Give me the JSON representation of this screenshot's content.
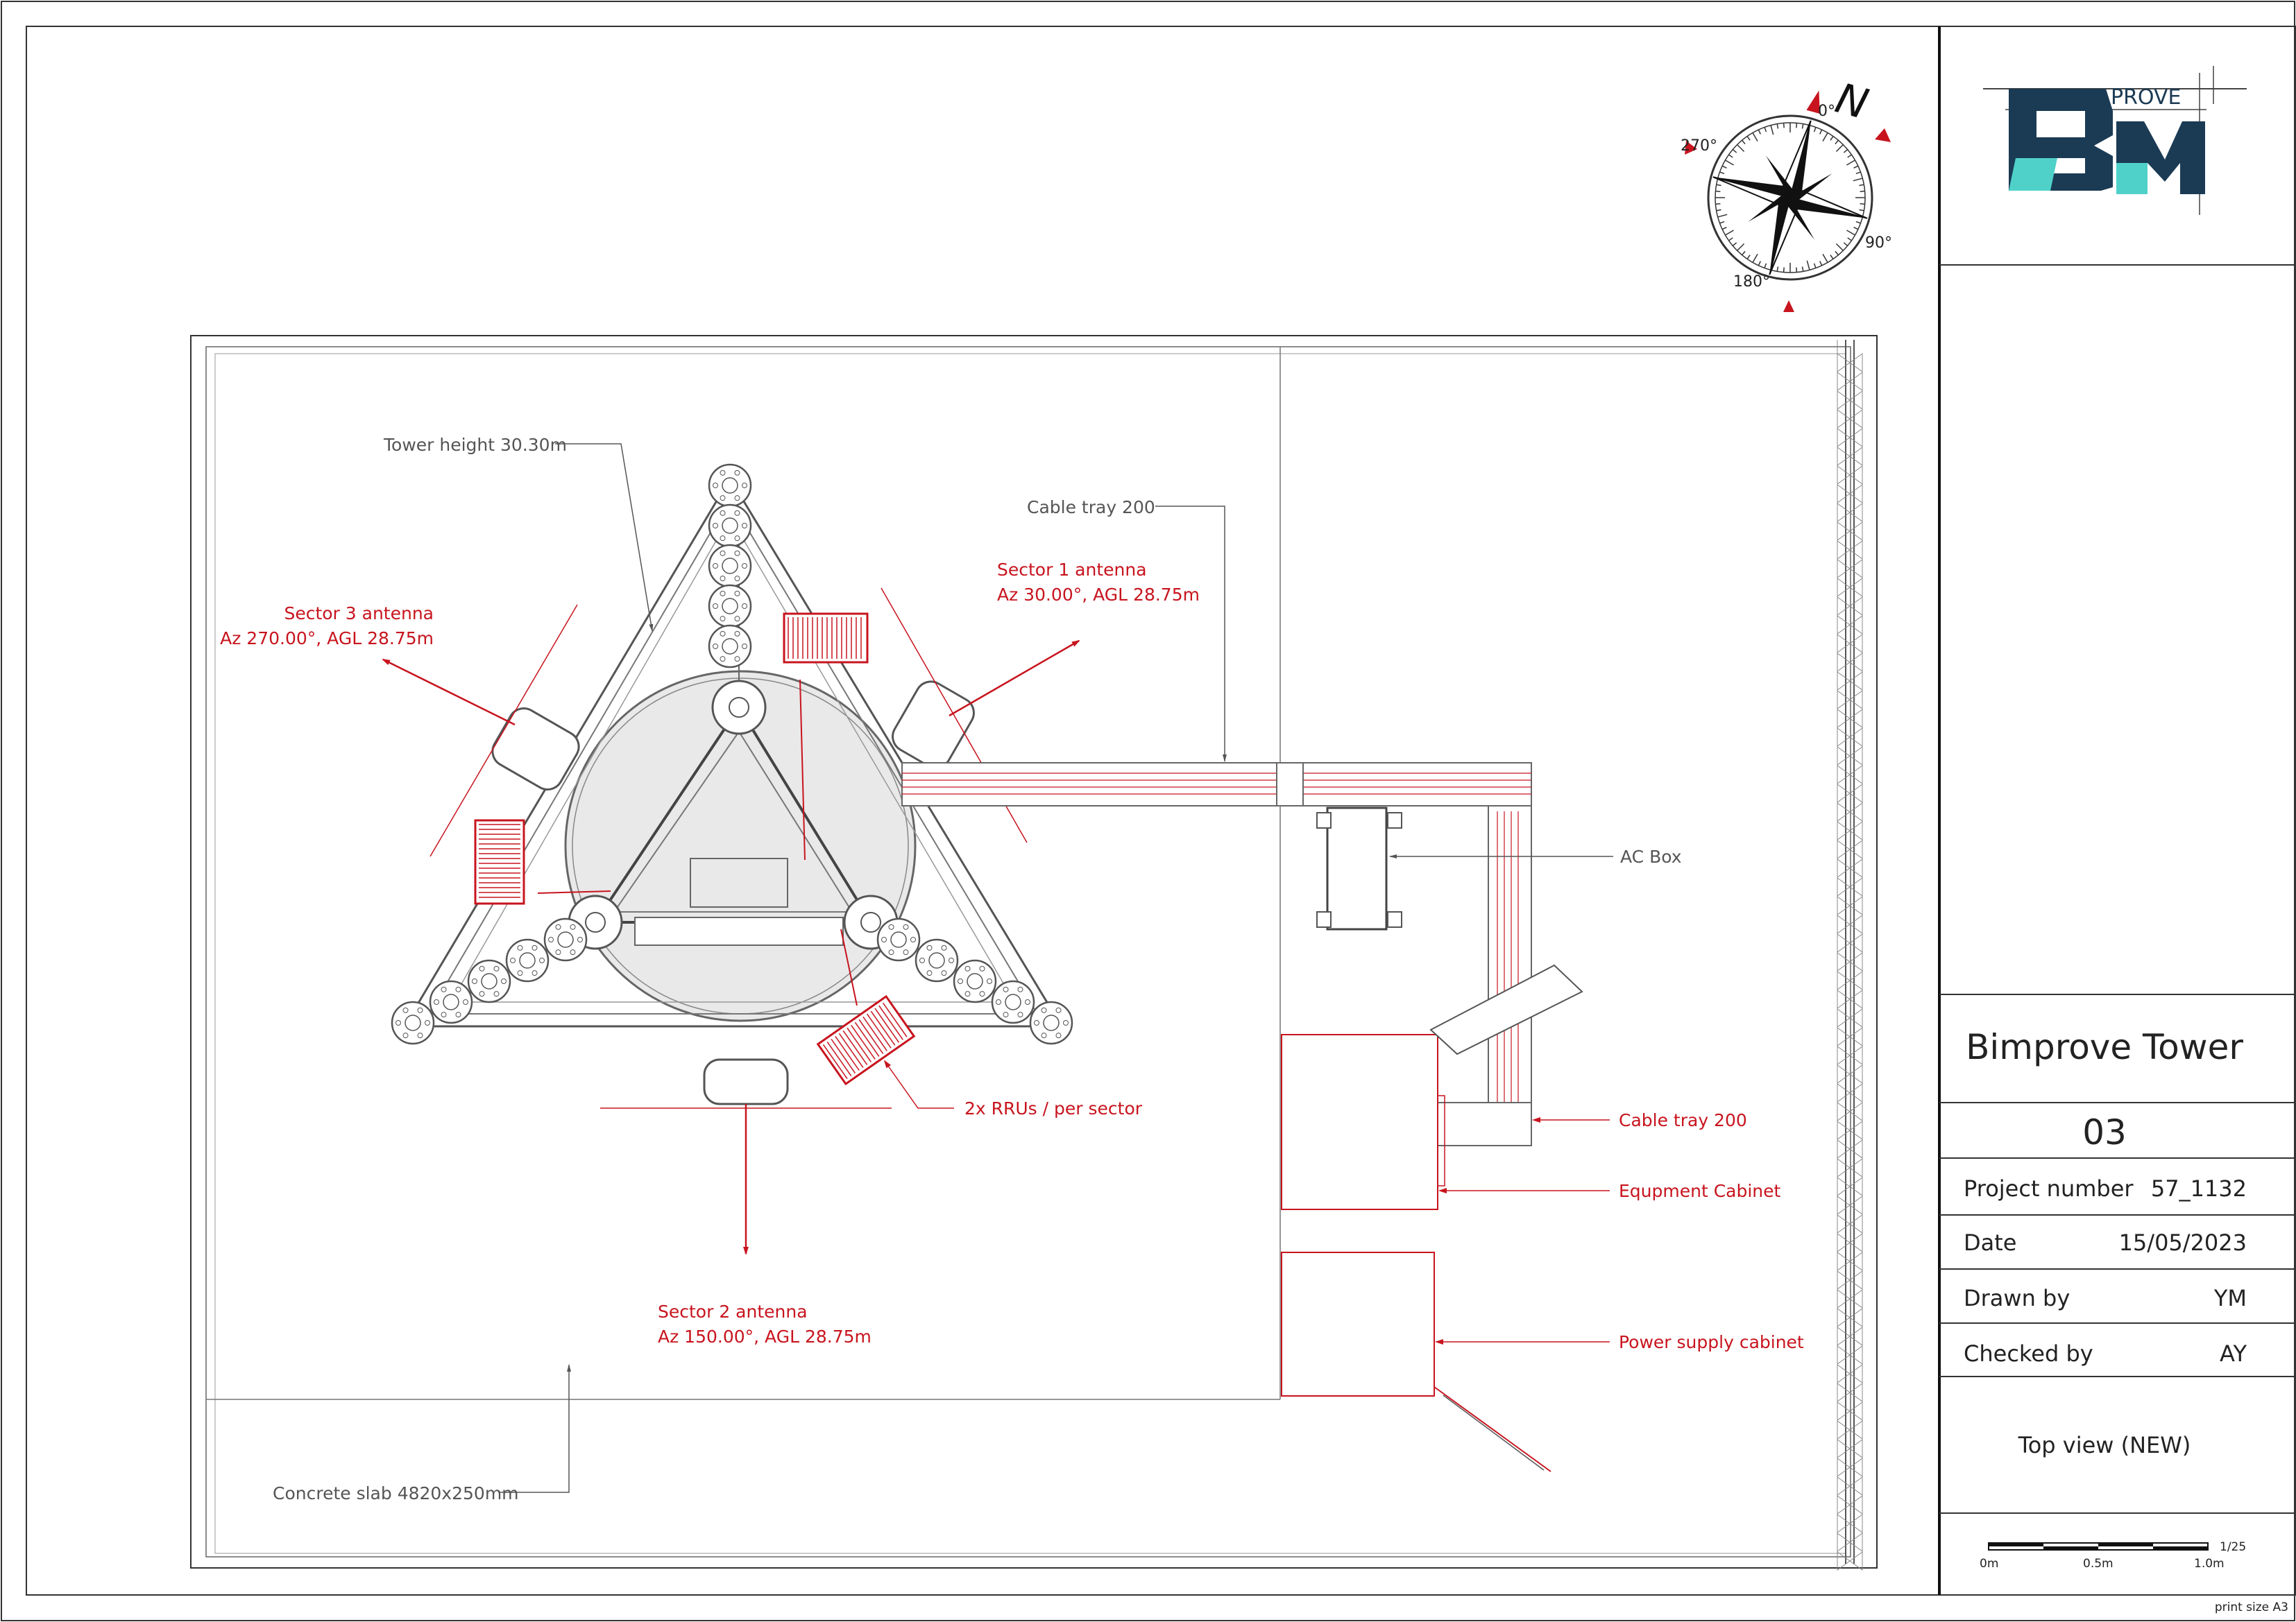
{
  "drawing": {
    "annotations": {
      "tower_height": "Tower height 30.30m",
      "cable_tray_top": "Cable tray  200",
      "sector1_line1": "Sector 1 antenna",
      "sector1_line2": "Az 30.00°, AGL 28.75m",
      "sector3_line1": "Sector 3 antenna",
      "sector3_line2": "Az 270.00°, AGL 28.75m",
      "sector2_line1": "Sector 2 antenna",
      "sector2_line2": "Az 150.00°, AGL 28.75m",
      "rrus": "2x RRUs / per sector",
      "ac_box": "AC Box",
      "cable_tray_right": "Cable tray 200",
      "equipment_cabinet": "Equpment Cabinet",
      "power_supply": "Power supply cabinet",
      "concrete_slab": "Concrete slab 4820x250mm"
    },
    "compass": {
      "north": "N",
      "deg0": "0°",
      "deg90": "90°",
      "deg180": "180°",
      "deg270": "270°"
    }
  },
  "title_block": {
    "logo_text": "PROVE",
    "project_title": "Bimprove Tower",
    "sheet_number": "03",
    "rows": [
      {
        "label": "Project number",
        "value": "57_1132"
      },
      {
        "label": "Date",
        "value": "15/05/2023"
      },
      {
        "label": "Drawn by",
        "value": "YM"
      },
      {
        "label": "Checked by",
        "value": "AY"
      }
    ],
    "view_name": "Top view (NEW)",
    "scale": {
      "ratio": "1/25",
      "tick0": "0m",
      "tick1": "0.5m",
      "tick2": "1.0m"
    },
    "print_size": "print size A3"
  },
  "colors": {
    "red": "#c8141e",
    "gray": "#555555",
    "slab_fill": "#e9e9e9"
  }
}
